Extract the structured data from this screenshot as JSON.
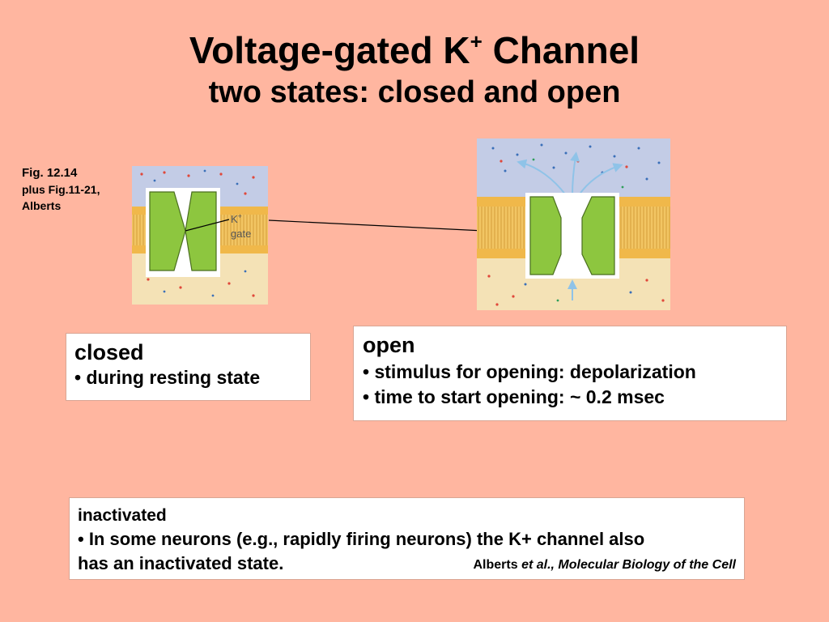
{
  "title": {
    "main_before": "Voltage-gated K",
    "main_sup": "+",
    "main_after": " Channel",
    "subtitle": "two states: closed and open"
  },
  "figure_ref": {
    "line1": "Fig. 12.14",
    "line2": "plus Fig.11-21,",
    "line3": "Alberts"
  },
  "gate_label": {
    "k": "K",
    "sup": "+",
    "gate": "gate"
  },
  "closed": {
    "heading": "closed",
    "bullet1": "• during resting state"
  },
  "open": {
    "heading": "open",
    "bullet1": "• stimulus for opening: depolarization",
    "bullet2": "• time to start opening: ~ 0.2 msec"
  },
  "inactivated": {
    "heading": "inactivated",
    "line1": "• In some neurons (e.g., rapidly firing neurons) the K+ channel also",
    "line2": "has an inactivated state.",
    "citation_author": "Alberts ",
    "citation_rest": "et al., Molecular Biology of the Cell"
  },
  "colors": {
    "background": "#FFB6A0",
    "channel_green": "#8DC63F",
    "membrane_yellow": "#F2C563",
    "extracellular_blue": "#C3CCE6"
  }
}
